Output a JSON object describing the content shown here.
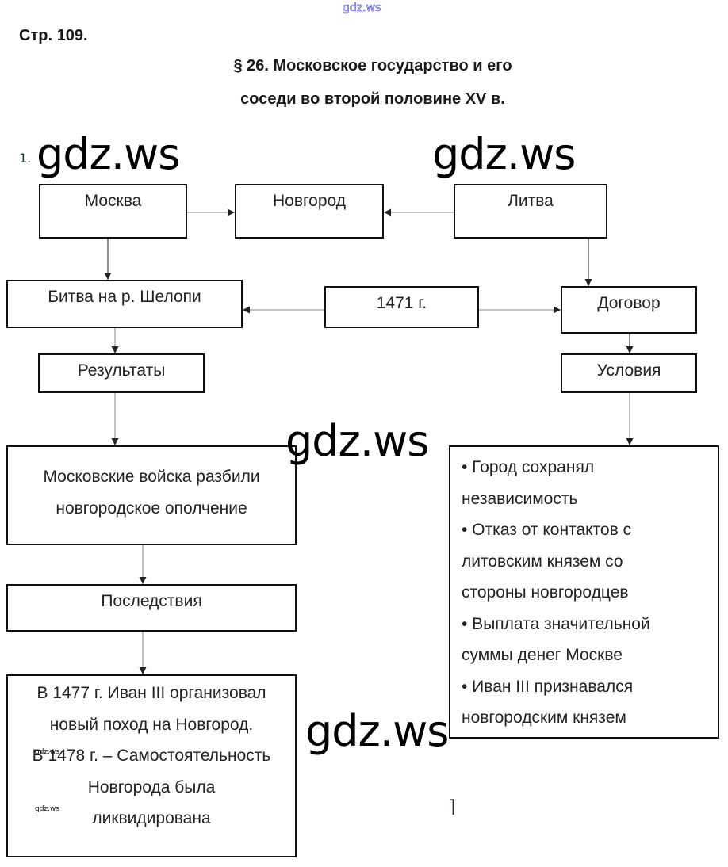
{
  "watermarks": {
    "top": "gdz.ws",
    "large": "gdz.ws",
    "small": "gdz.ws"
  },
  "header": {
    "page_ref": "Стр. 109.",
    "title_line1": "§ 26. Московское государство и его",
    "title_line2": "соседи во второй половине XV в."
  },
  "task": {
    "number": "1."
  },
  "diagram": {
    "nodes": {
      "moscow": "Москва",
      "novgorod": "Новгород",
      "lithuania": "Литва",
      "battle": "Битва на р. Шелопи",
      "year": "1471 г.",
      "treaty": "Договор",
      "results": "Результаты",
      "conditions": "Условия",
      "results_text": [
        "Московские войска разбили",
        "новгородское ополчение"
      ],
      "consequences": "Последствия",
      "consequences_text": [
        "В 1477 г. Иван III организовал",
        "новый поход на Новгород.",
        "В 1478 г. – Самостоятельность",
        "Новгорода была",
        "ликвидирована"
      ],
      "conditions_list": [
        "• Город сохранял",
        "независимость",
        "• Отказ от контактов с",
        "литовским князем со",
        "стороны новгородцев",
        "• Выплата значительной",
        "суммы денег Москве",
        "• Иван III признавался",
        "новгородским князем"
      ]
    },
    "edges": [
      {
        "from": "moscow",
        "to": "novgorod"
      },
      {
        "from": "lithuania",
        "to": "novgorod"
      },
      {
        "from": "moscow",
        "to": "battle"
      },
      {
        "from": "lithuania",
        "to": "treaty"
      },
      {
        "from": "year",
        "to": "battle"
      },
      {
        "from": "year",
        "to": "treaty"
      },
      {
        "from": "battle",
        "to": "results"
      },
      {
        "from": "treaty",
        "to": "conditions"
      },
      {
        "from": "results",
        "to": "results_text"
      },
      {
        "from": "conditions",
        "to": "conditions_list"
      },
      {
        "from": "results_text",
        "to": "consequences"
      },
      {
        "from": "consequences",
        "to": "consequences_text"
      }
    ]
  },
  "stray_mark": "⌉"
}
